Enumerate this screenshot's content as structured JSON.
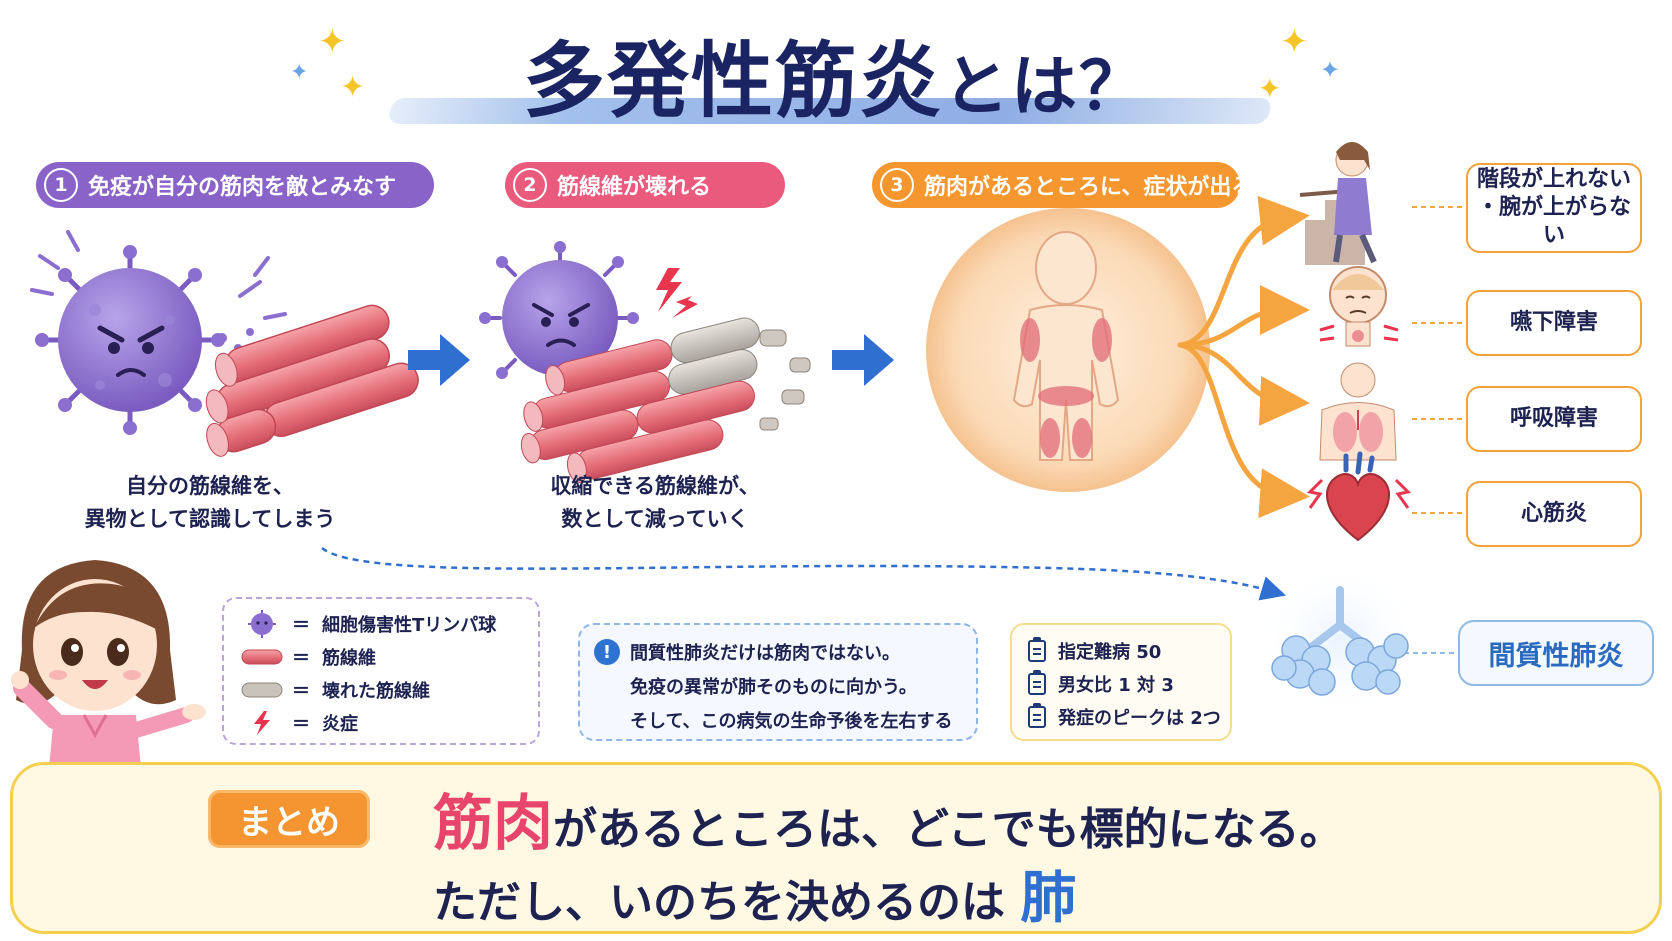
{
  "title": {
    "main": "多発性筋炎",
    "suffix": "とは？"
  },
  "steps": [
    {
      "num": "1",
      "label": "免疫が自分の筋肉を敵とみなす",
      "color": "#8a63c9"
    },
    {
      "num": "2",
      "label": "筋線維が壊れる",
      "color": "#ea5a7c"
    },
    {
      "num": "3",
      "label": "筋肉があるところに、症状が出る",
      "color": "#f5962f"
    }
  ],
  "captions": {
    "step1": [
      "自分の筋線維を、",
      "異物として認識してしまう"
    ],
    "step2": [
      "収縮できる筋線維が、",
      "数として減っていく"
    ]
  },
  "symptoms": [
    {
      "lines": [
        "階段が上れない",
        "・腕が上がらない"
      ]
    },
    {
      "lines": [
        "嚥下障害"
      ]
    },
    {
      "lines": [
        "呼吸障害"
      ]
    },
    {
      "lines": [
        "心筋炎"
      ]
    }
  ],
  "lung_label": "間質性肺炎",
  "legend": [
    {
      "icon": "lymphocyte-icon",
      "label": "細胞傷害性Tリンパ球"
    },
    {
      "icon": "muscle-fiber-icon",
      "label": "筋線維"
    },
    {
      "icon": "broken-fiber-icon",
      "label": "壊れた筋線維"
    },
    {
      "icon": "lightning-icon",
      "label": "炎症"
    }
  ],
  "legend_eq": "＝",
  "note": {
    "icon": "!",
    "lines": [
      "間質性肺炎だけは筋肉ではない。",
      "免疫の異常が肺そのものに向かう。",
      "そして、この病気の生命予後を左右する"
    ]
  },
  "facts": [
    "指定難病 50",
    "男女比 1 対 3",
    "発症のピークは 2つ"
  ],
  "summary": {
    "badge": "まとめ",
    "line1_highlight": "筋肉",
    "line1_rest": "があるところは、どこでも標的になる。",
    "line2_text": "ただし、いのちを決めるのは",
    "line2_highlight": "肺"
  },
  "colors": {
    "navy": "#1b2463",
    "purple": "#8a63c9",
    "pink": "#ea5a7c",
    "orange": "#f5962f",
    "blue": "#2f6fd0",
    "summary_bg": "#fff9e4"
  }
}
